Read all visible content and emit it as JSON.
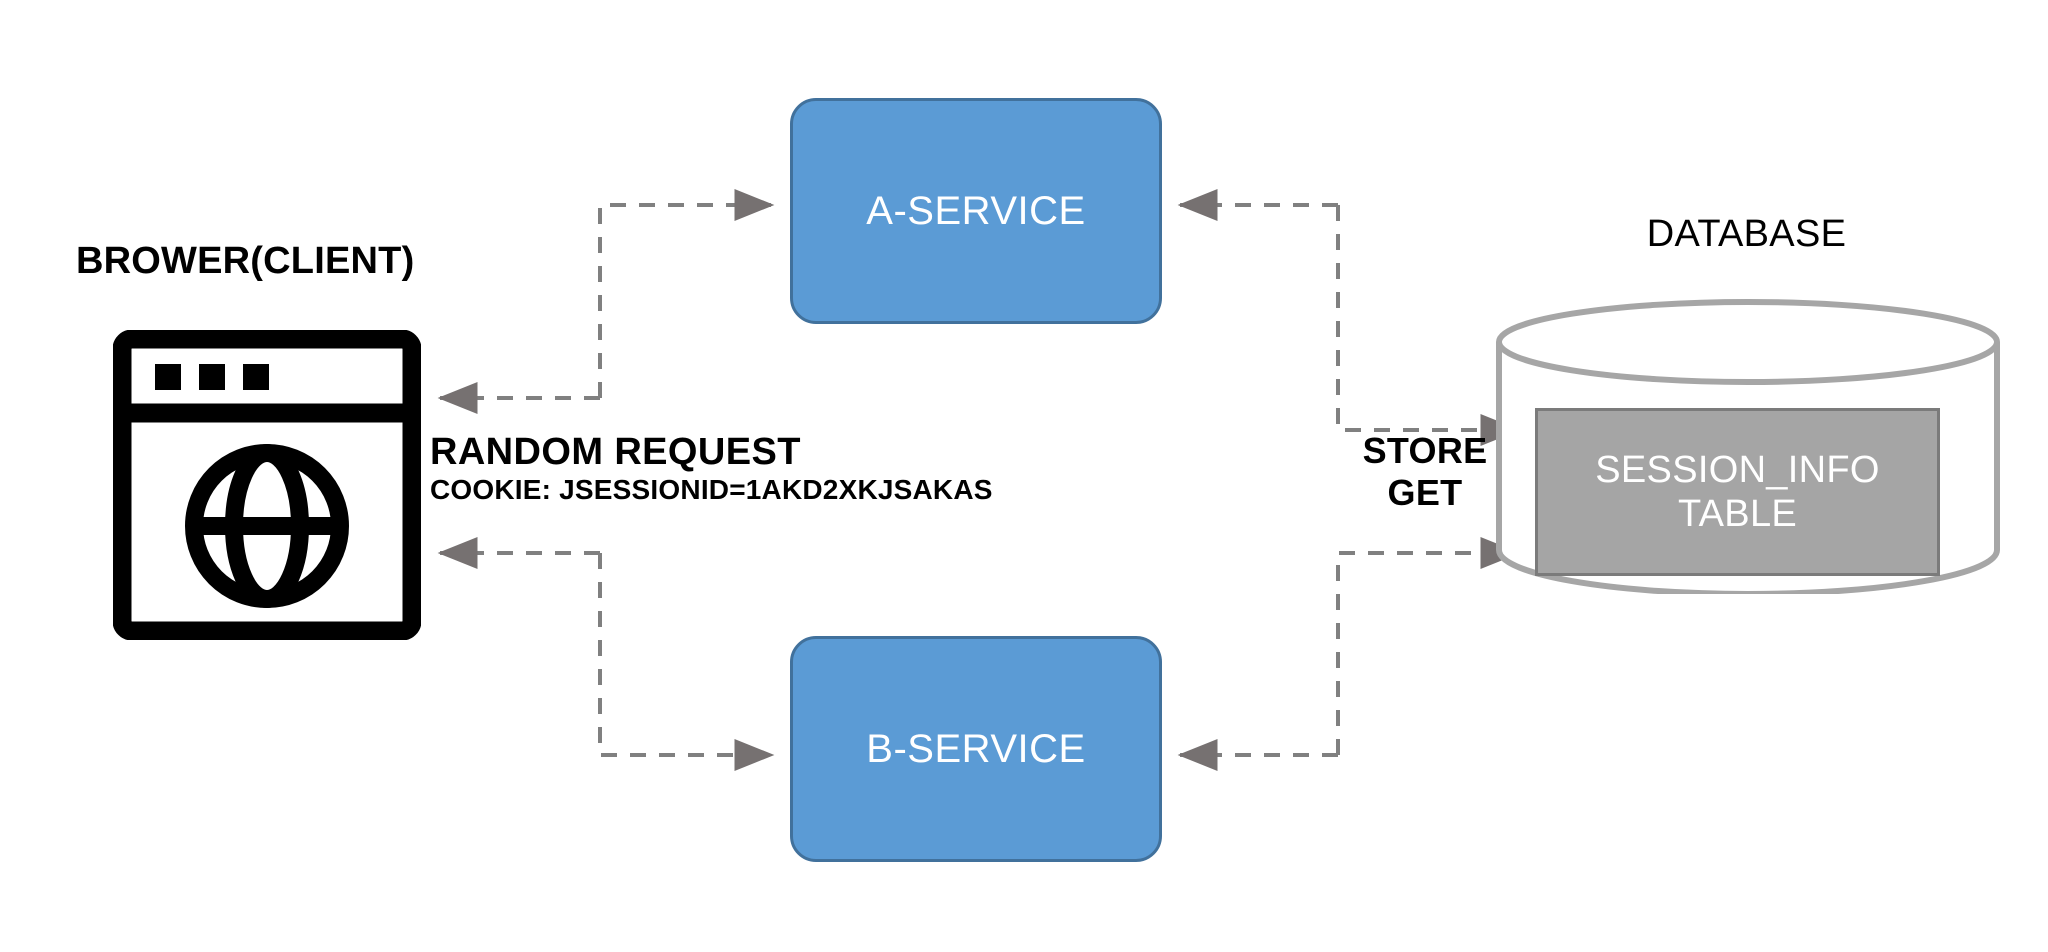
{
  "diagram": {
    "title": "Session sharing via database",
    "background": "#ffffff",
    "colors": {
      "service_fill": "#5B9BD5",
      "service_border": "#41719C",
      "service_text": "#FFFFFF",
      "connector": "#808080",
      "arrowhead": "#767171",
      "cylinder_stroke": "#A6A6A6",
      "table_fill": "#A5A5A5",
      "table_border": "#7B7B7B",
      "table_text": "#FFFFFF",
      "label_text": "#000000"
    }
  },
  "client": {
    "label": "BROWER(CLIENT)",
    "icon": "browser-window-globe-icon"
  },
  "services": [
    {
      "id": "a-service",
      "label": "A-SERVICE"
    },
    {
      "id": "b-service",
      "label": "B-SERVICE"
    }
  ],
  "annotations": {
    "request": {
      "line1": "RANDOM  REQUEST",
      "line2": "COOKIE: JSESSIONID=1AKD2XKJSAKAS"
    },
    "store_get": {
      "store": "STORE",
      "get": "GET"
    }
  },
  "database": {
    "label": "DATABASE",
    "table": {
      "line1": "SESSION_INFO",
      "line2": "TABLE"
    }
  },
  "connectors": [
    {
      "name": "client-to-a-service",
      "from": "client",
      "to": "a-service",
      "style": "dashed",
      "direction": "forward"
    },
    {
      "name": "a-service-to-client",
      "from": "a-service",
      "to": "client",
      "style": "dashed",
      "direction": "forward"
    },
    {
      "name": "client-to-b-service",
      "from": "client",
      "to": "b-service",
      "style": "dashed",
      "direction": "forward"
    },
    {
      "name": "b-service-to-client",
      "from": "b-service",
      "to": "client",
      "style": "dashed",
      "direction": "forward"
    },
    {
      "name": "a-service-store-to-table",
      "from": "a-service",
      "to": "session-info-table",
      "style": "dashed",
      "label": "STORE"
    },
    {
      "name": "b-service-get-to-table",
      "from": "b-service",
      "to": "session-info-table",
      "style": "dashed",
      "label": "GET"
    }
  ]
}
